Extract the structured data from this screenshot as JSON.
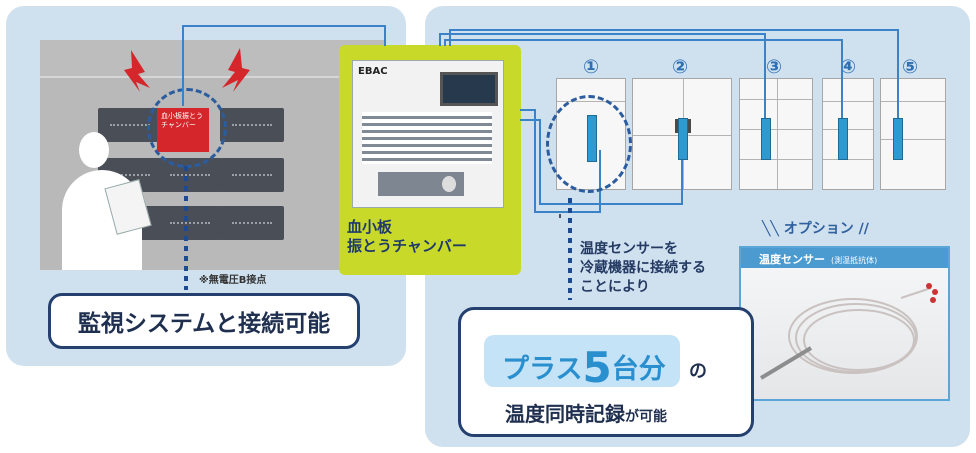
{
  "left_panel": {
    "alarm_box_text": "血小板振とうチャンバー",
    "contact_note": "※無電圧B接点",
    "monitor_label": "監視システムと接続可能"
  },
  "chamber": {
    "brand": "EBAC",
    "label_line1": "血小板",
    "label_line2": "振とうチャンバー"
  },
  "devices": {
    "numbers": [
      "①",
      "②",
      "③",
      "④",
      "⑤"
    ]
  },
  "description": {
    "line1": "温度センサーを",
    "line2": "冷蔵機器に接続する",
    "line3": "ことにより"
  },
  "option": {
    "label": "╲╲ オプション ∕∕",
    "photo_title": "温度センサー",
    "photo_subtitle": "(測温抵抗体)"
  },
  "record": {
    "plus_prefix": "プラス",
    "plus_number": "5",
    "plus_suffix": "台分",
    "particle": "の",
    "simultaneous": "温度同時記録",
    "possible": "が可能"
  },
  "colors": {
    "panel_bg": "#cfe0ef",
    "chamber_bg": "#c8d92a",
    "alarm_red": "#d4262b",
    "navy": "#24406f",
    "accent_blue": "#2a8fcf"
  }
}
